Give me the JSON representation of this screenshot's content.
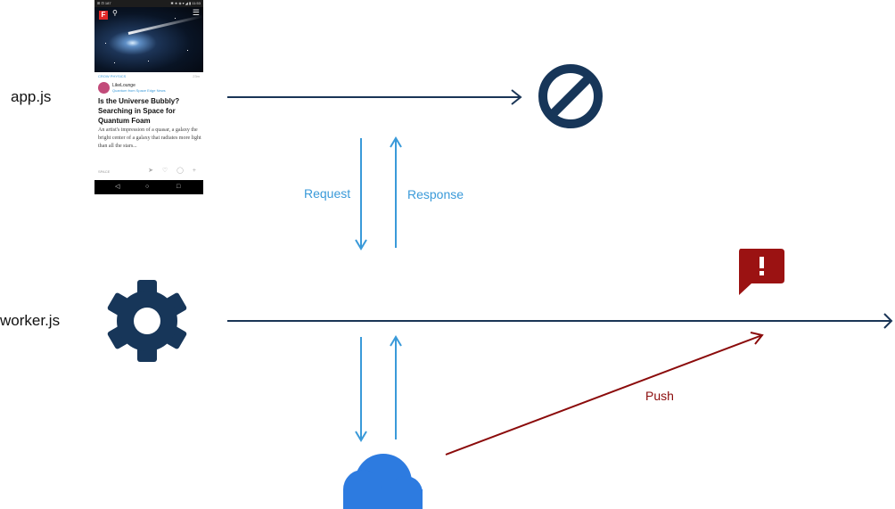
{
  "labels": {
    "app_js": "app.js",
    "worker_js": "worker.js",
    "request": "Request",
    "response": "Response",
    "push": "Push"
  },
  "phone": {
    "status_left": "⊞ ⊡ 187",
    "status_right": "✱ ★ ◈ ▾ ◢ ▮ 11:53",
    "topic": "CROW PHYSICS",
    "time": "23m",
    "author": "LikeLounge",
    "source": "Quantum from Space Edge News",
    "headline": "Is the Universe Bubbly? Searching in Space for Quantum Foam",
    "excerpt": "An artist's impression of a quasar, a galaxy the bright center of a galaxy that radiates more light than all the stars...",
    "section": "SPACE",
    "actions": "➤ ♡ ◯ +",
    "logo": "F"
  },
  "colors": {
    "timeline": "#1a3556",
    "request_response": "#3a9ad9",
    "push": "#8b0b0b",
    "gear": "#173659",
    "blocked": "#173659",
    "alert": "#9b1212",
    "cloud": "#2d7be0"
  },
  "icons": {
    "blocked": "no-entry-icon",
    "worker": "gear-icon",
    "notification": "alert-message-icon",
    "server": "cloud-icon",
    "device": "phone-screenshot"
  }
}
